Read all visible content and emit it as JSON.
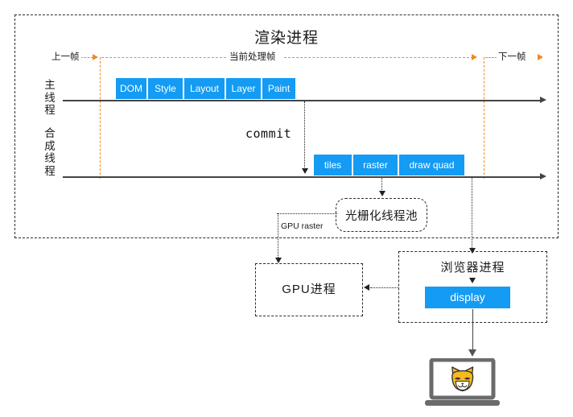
{
  "diagram": {
    "title": "渲染进程",
    "renderer": {
      "frame_markers": {
        "previous_frame": "上一帧",
        "current_frame": "当前处理帧",
        "next_frame": "下一帧",
        "color": "#f08a24"
      },
      "threads": [
        {
          "name": "main-thread",
          "label": "主线程",
          "stages": [
            {
              "label": "DOM",
              "width": 38
            },
            {
              "label": "Style",
              "width": 43
            },
            {
              "label": "Layout",
              "width": 50
            },
            {
              "label": "Layer",
              "width": 43
            },
            {
              "label": "Paint",
              "width": 41
            }
          ]
        },
        {
          "name": "compositor-thread",
          "label": "合成线程",
          "stages": [
            {
              "label": "tiles",
              "width": 47
            },
            {
              "label": "raster",
              "width": 55
            },
            {
              "label": "draw quad",
              "width": 81
            }
          ]
        }
      ],
      "commit_label": "commit",
      "gpu_raster_label": "GPU raster",
      "raster_pool": "光栅化线程池"
    },
    "gpu_process": "GPU进程",
    "browser_process": {
      "title": "浏览器进程",
      "display_chip": "display"
    },
    "device": "laptop-with-shiba-face",
    "colors": {
      "chip_blue": "#149bf3",
      "frame_orange": "#f08a24",
      "line_dark": "#444444",
      "laptop_grey": "#6b6b6b",
      "shiba_gold": "#f5b921"
    }
  }
}
